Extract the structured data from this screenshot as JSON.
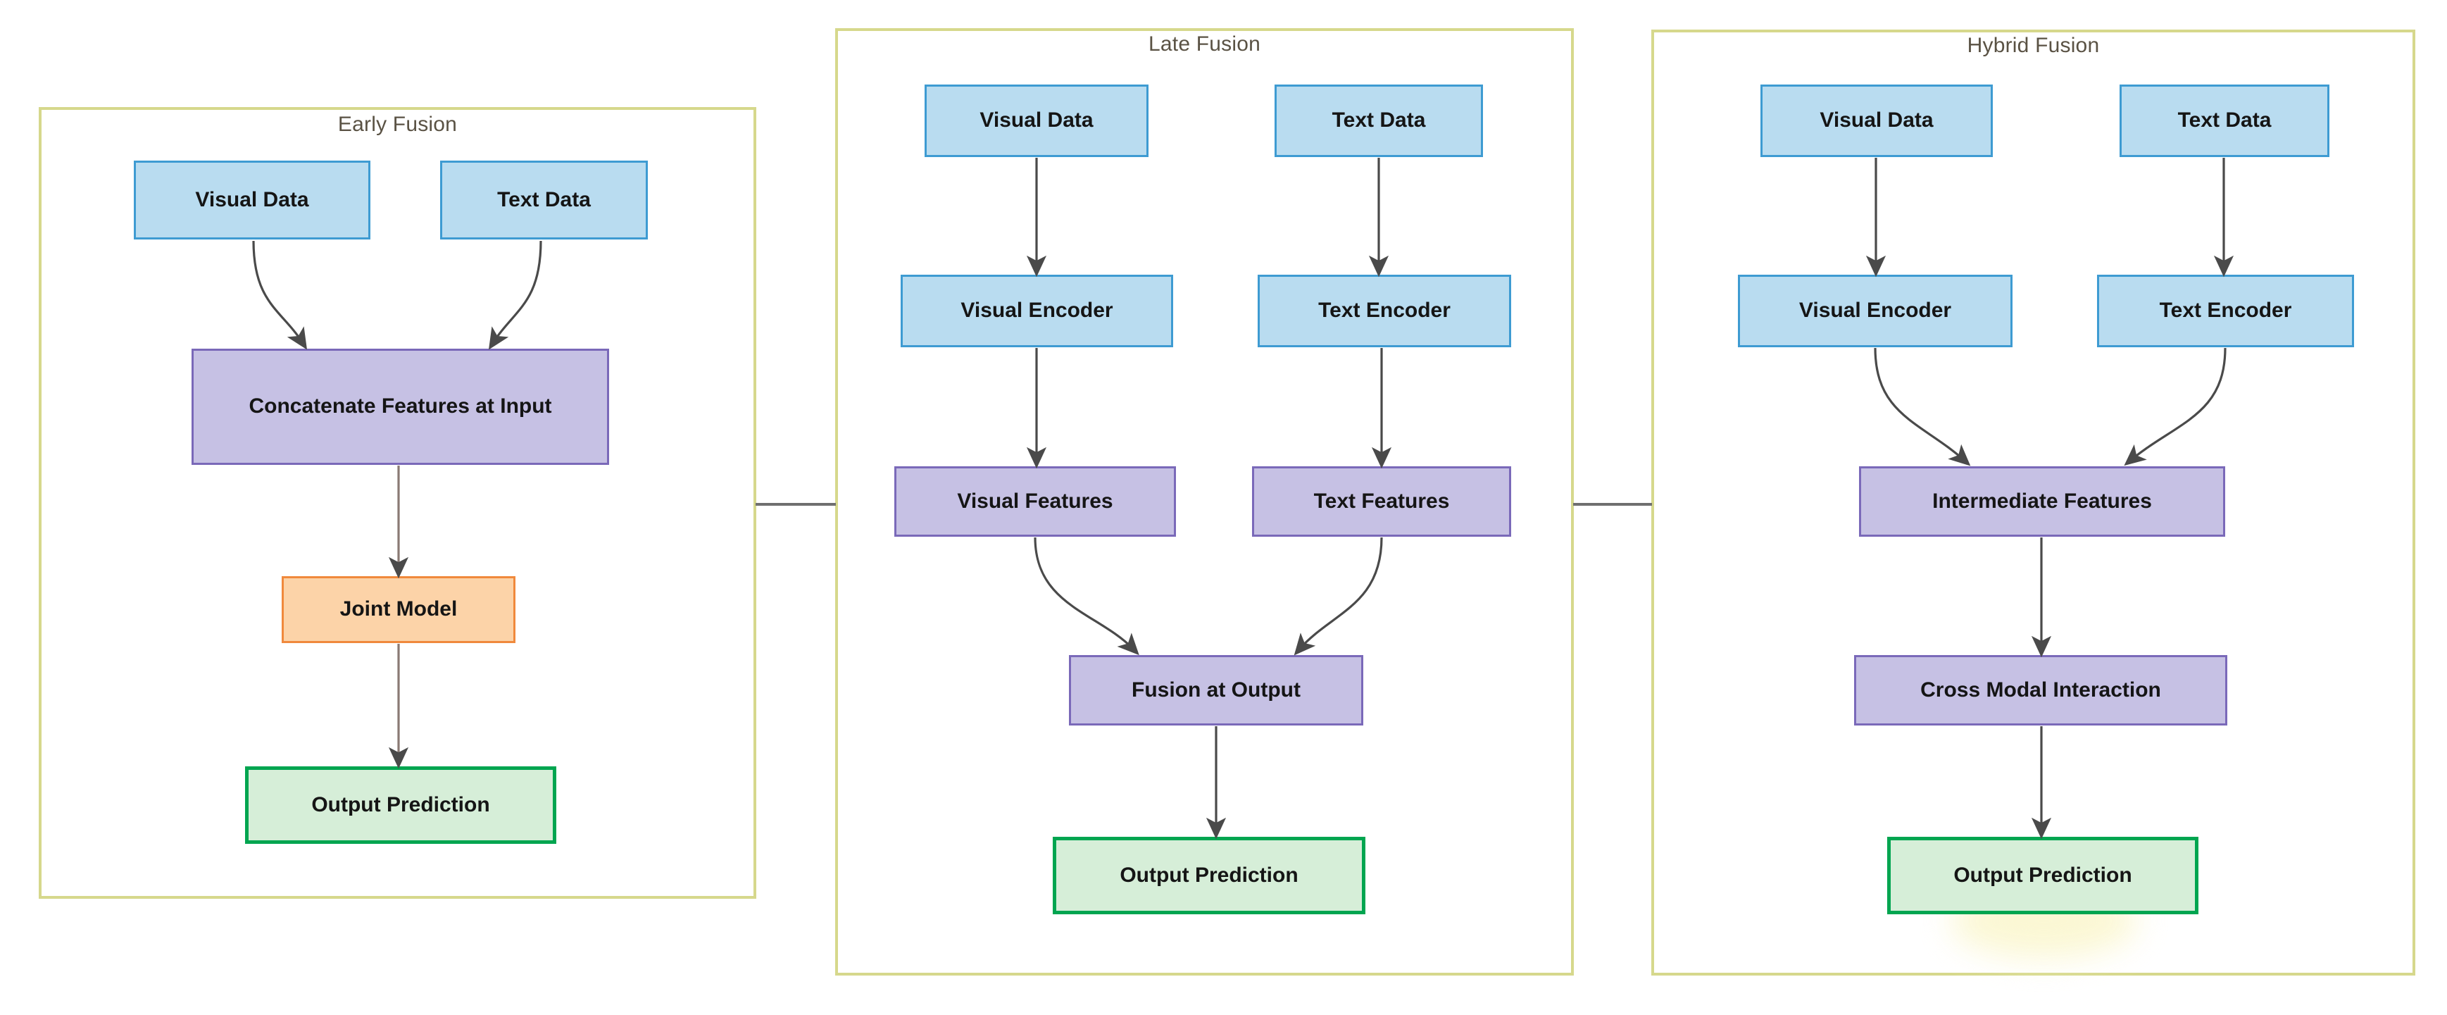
{
  "figure": {
    "kind": "multimodal-fusion-architecture-diagram",
    "panel_border_color": "#d6d88c",
    "colors": {
      "blue_fill": "#b9dcf0",
      "blue_border": "#3e9bd2",
      "purple_fill": "#c6c1e4",
      "purple_border": "#7a69b9",
      "orange_fill": "#fcd3a8",
      "orange_border": "#f0893c",
      "green_fill": "#d6eed8",
      "green_border": "#00a550",
      "arrow_color": "#4a4a4a",
      "title_color": "#5a5244"
    }
  },
  "panels": [
    {
      "id": "early-fusion",
      "title": "Early Fusion",
      "nodes": [
        {
          "id": "ef-visual-data",
          "label": "Visual Data",
          "style": "blue"
        },
        {
          "id": "ef-text-data",
          "label": "Text Data",
          "style": "blue"
        },
        {
          "id": "ef-concat",
          "label": "Concatenate Features at Input",
          "style": "purple"
        },
        {
          "id": "ef-joint-model",
          "label": "Joint Model",
          "style": "orange"
        },
        {
          "id": "ef-output",
          "label": "Output Prediction",
          "style": "green"
        }
      ],
      "edges": [
        {
          "from": "ef-visual-data",
          "to": "ef-concat"
        },
        {
          "from": "ef-text-data",
          "to": "ef-concat"
        },
        {
          "from": "ef-concat",
          "to": "ef-joint-model"
        },
        {
          "from": "ef-joint-model",
          "to": "ef-output"
        }
      ]
    },
    {
      "id": "late-fusion",
      "title": "Late Fusion",
      "nodes": [
        {
          "id": "lf-visual-data",
          "label": "Visual Data",
          "style": "blue"
        },
        {
          "id": "lf-text-data",
          "label": "Text Data",
          "style": "blue"
        },
        {
          "id": "lf-visual-encoder",
          "label": "Visual Encoder",
          "style": "blue"
        },
        {
          "id": "lf-text-encoder",
          "label": "Text Encoder",
          "style": "blue"
        },
        {
          "id": "lf-visual-features",
          "label": "Visual Features",
          "style": "purple"
        },
        {
          "id": "lf-text-features",
          "label": "Text Features",
          "style": "purple"
        },
        {
          "id": "lf-fusion",
          "label": "Fusion at Output",
          "style": "purple"
        },
        {
          "id": "lf-output",
          "label": "Output Prediction",
          "style": "green"
        }
      ],
      "edges": [
        {
          "from": "lf-visual-data",
          "to": "lf-visual-encoder"
        },
        {
          "from": "lf-text-data",
          "to": "lf-text-encoder"
        },
        {
          "from": "lf-visual-encoder",
          "to": "lf-visual-features"
        },
        {
          "from": "lf-text-encoder",
          "to": "lf-text-features"
        },
        {
          "from": "lf-visual-features",
          "to": "lf-fusion"
        },
        {
          "from": "lf-text-features",
          "to": "lf-fusion"
        },
        {
          "from": "lf-fusion",
          "to": "lf-output"
        }
      ]
    },
    {
      "id": "hybrid-fusion",
      "title": "Hybrid Fusion",
      "nodes": [
        {
          "id": "hf-visual-data",
          "label": "Visual Data",
          "style": "blue"
        },
        {
          "id": "hf-text-data",
          "label": "Text Data",
          "style": "blue"
        },
        {
          "id": "hf-visual-encoder",
          "label": "Visual Encoder",
          "style": "blue"
        },
        {
          "id": "hf-text-encoder",
          "label": "Text Encoder",
          "style": "blue"
        },
        {
          "id": "hf-intermediate",
          "label": "Intermediate Features",
          "style": "purple"
        },
        {
          "id": "hf-cross-modal",
          "label": "Cross Modal Interaction",
          "style": "purple"
        },
        {
          "id": "hf-output",
          "label": "Output Prediction",
          "style": "green"
        }
      ],
      "edges": [
        {
          "from": "hf-visual-data",
          "to": "hf-visual-encoder"
        },
        {
          "from": "hf-text-data",
          "to": "hf-text-encoder"
        },
        {
          "from": "hf-visual-encoder",
          "to": "hf-intermediate"
        },
        {
          "from": "hf-text-encoder",
          "to": "hf-intermediate"
        },
        {
          "from": "hf-intermediate",
          "to": "hf-cross-modal"
        },
        {
          "from": "hf-cross-modal",
          "to": "hf-output"
        }
      ]
    }
  ],
  "panel_connectors": [
    {
      "id": "connector-early-to-late",
      "from_panel": "early-fusion",
      "to_panel": "late-fusion"
    },
    {
      "id": "connector-late-to-hybrid",
      "from_panel": "late-fusion",
      "to_panel": "hybrid-fusion"
    }
  ]
}
